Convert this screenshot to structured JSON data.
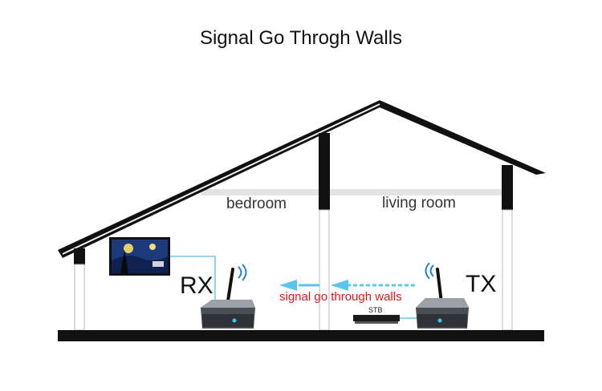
{
  "title": "Signal Go Throgh Walls",
  "rooms": {
    "left": "bedroom",
    "right": "living room"
  },
  "devices": {
    "receiver": "RX",
    "transmitter": "TX",
    "settop": "STB"
  },
  "signal_text": "signal go through walls",
  "colors": {
    "roof": "#111111",
    "floor": "#111111",
    "arrow": "#5bc4ee",
    "signal_text": "#e8141b",
    "cable": "#6ec6e6"
  }
}
